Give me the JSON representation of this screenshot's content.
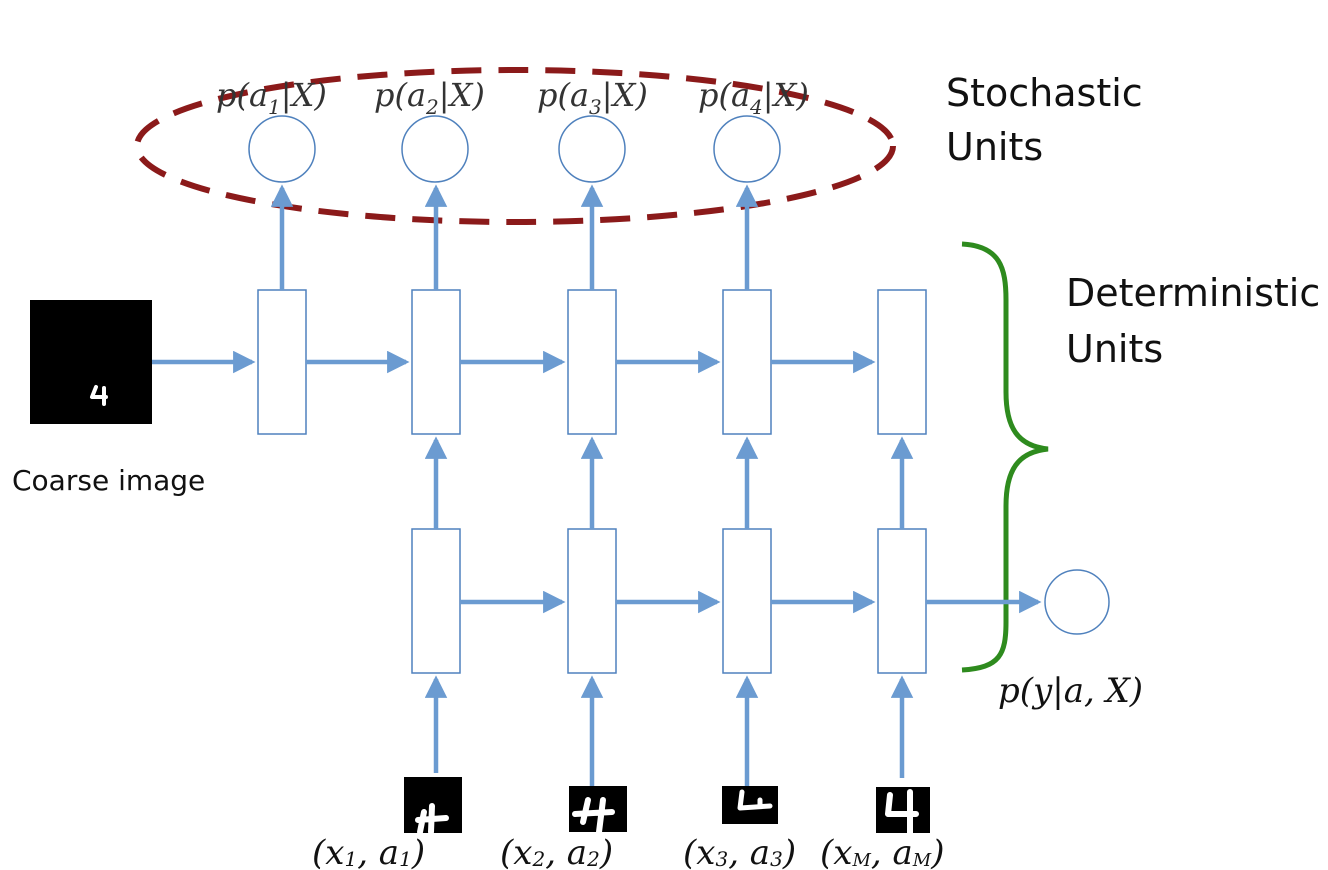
{
  "stochastic": {
    "label_line1": "Stochastic",
    "label_line2": "Units",
    "probs": [
      "p(a1|X)",
      "p(a2|X)",
      "p(a3|X)",
      "p(a4|X)"
    ]
  },
  "deterministic": {
    "label_line1": "Deterministic",
    "label_line2": "Units"
  },
  "coarse_image": {
    "caption": "Coarse image",
    "digit": "4"
  },
  "output": {
    "label": "p(y|a, X)"
  },
  "inputs": [
    "(x1, a1)",
    "(x2, a2)",
    "(x3, a3)",
    "(xM, aM)"
  ],
  "colors": {
    "arrow": "#6b9bd1",
    "box_stroke": "#4f81bd",
    "ellipse": "#8b1a1a",
    "brace": "#2e8b1e",
    "image_bg": "#000000"
  }
}
